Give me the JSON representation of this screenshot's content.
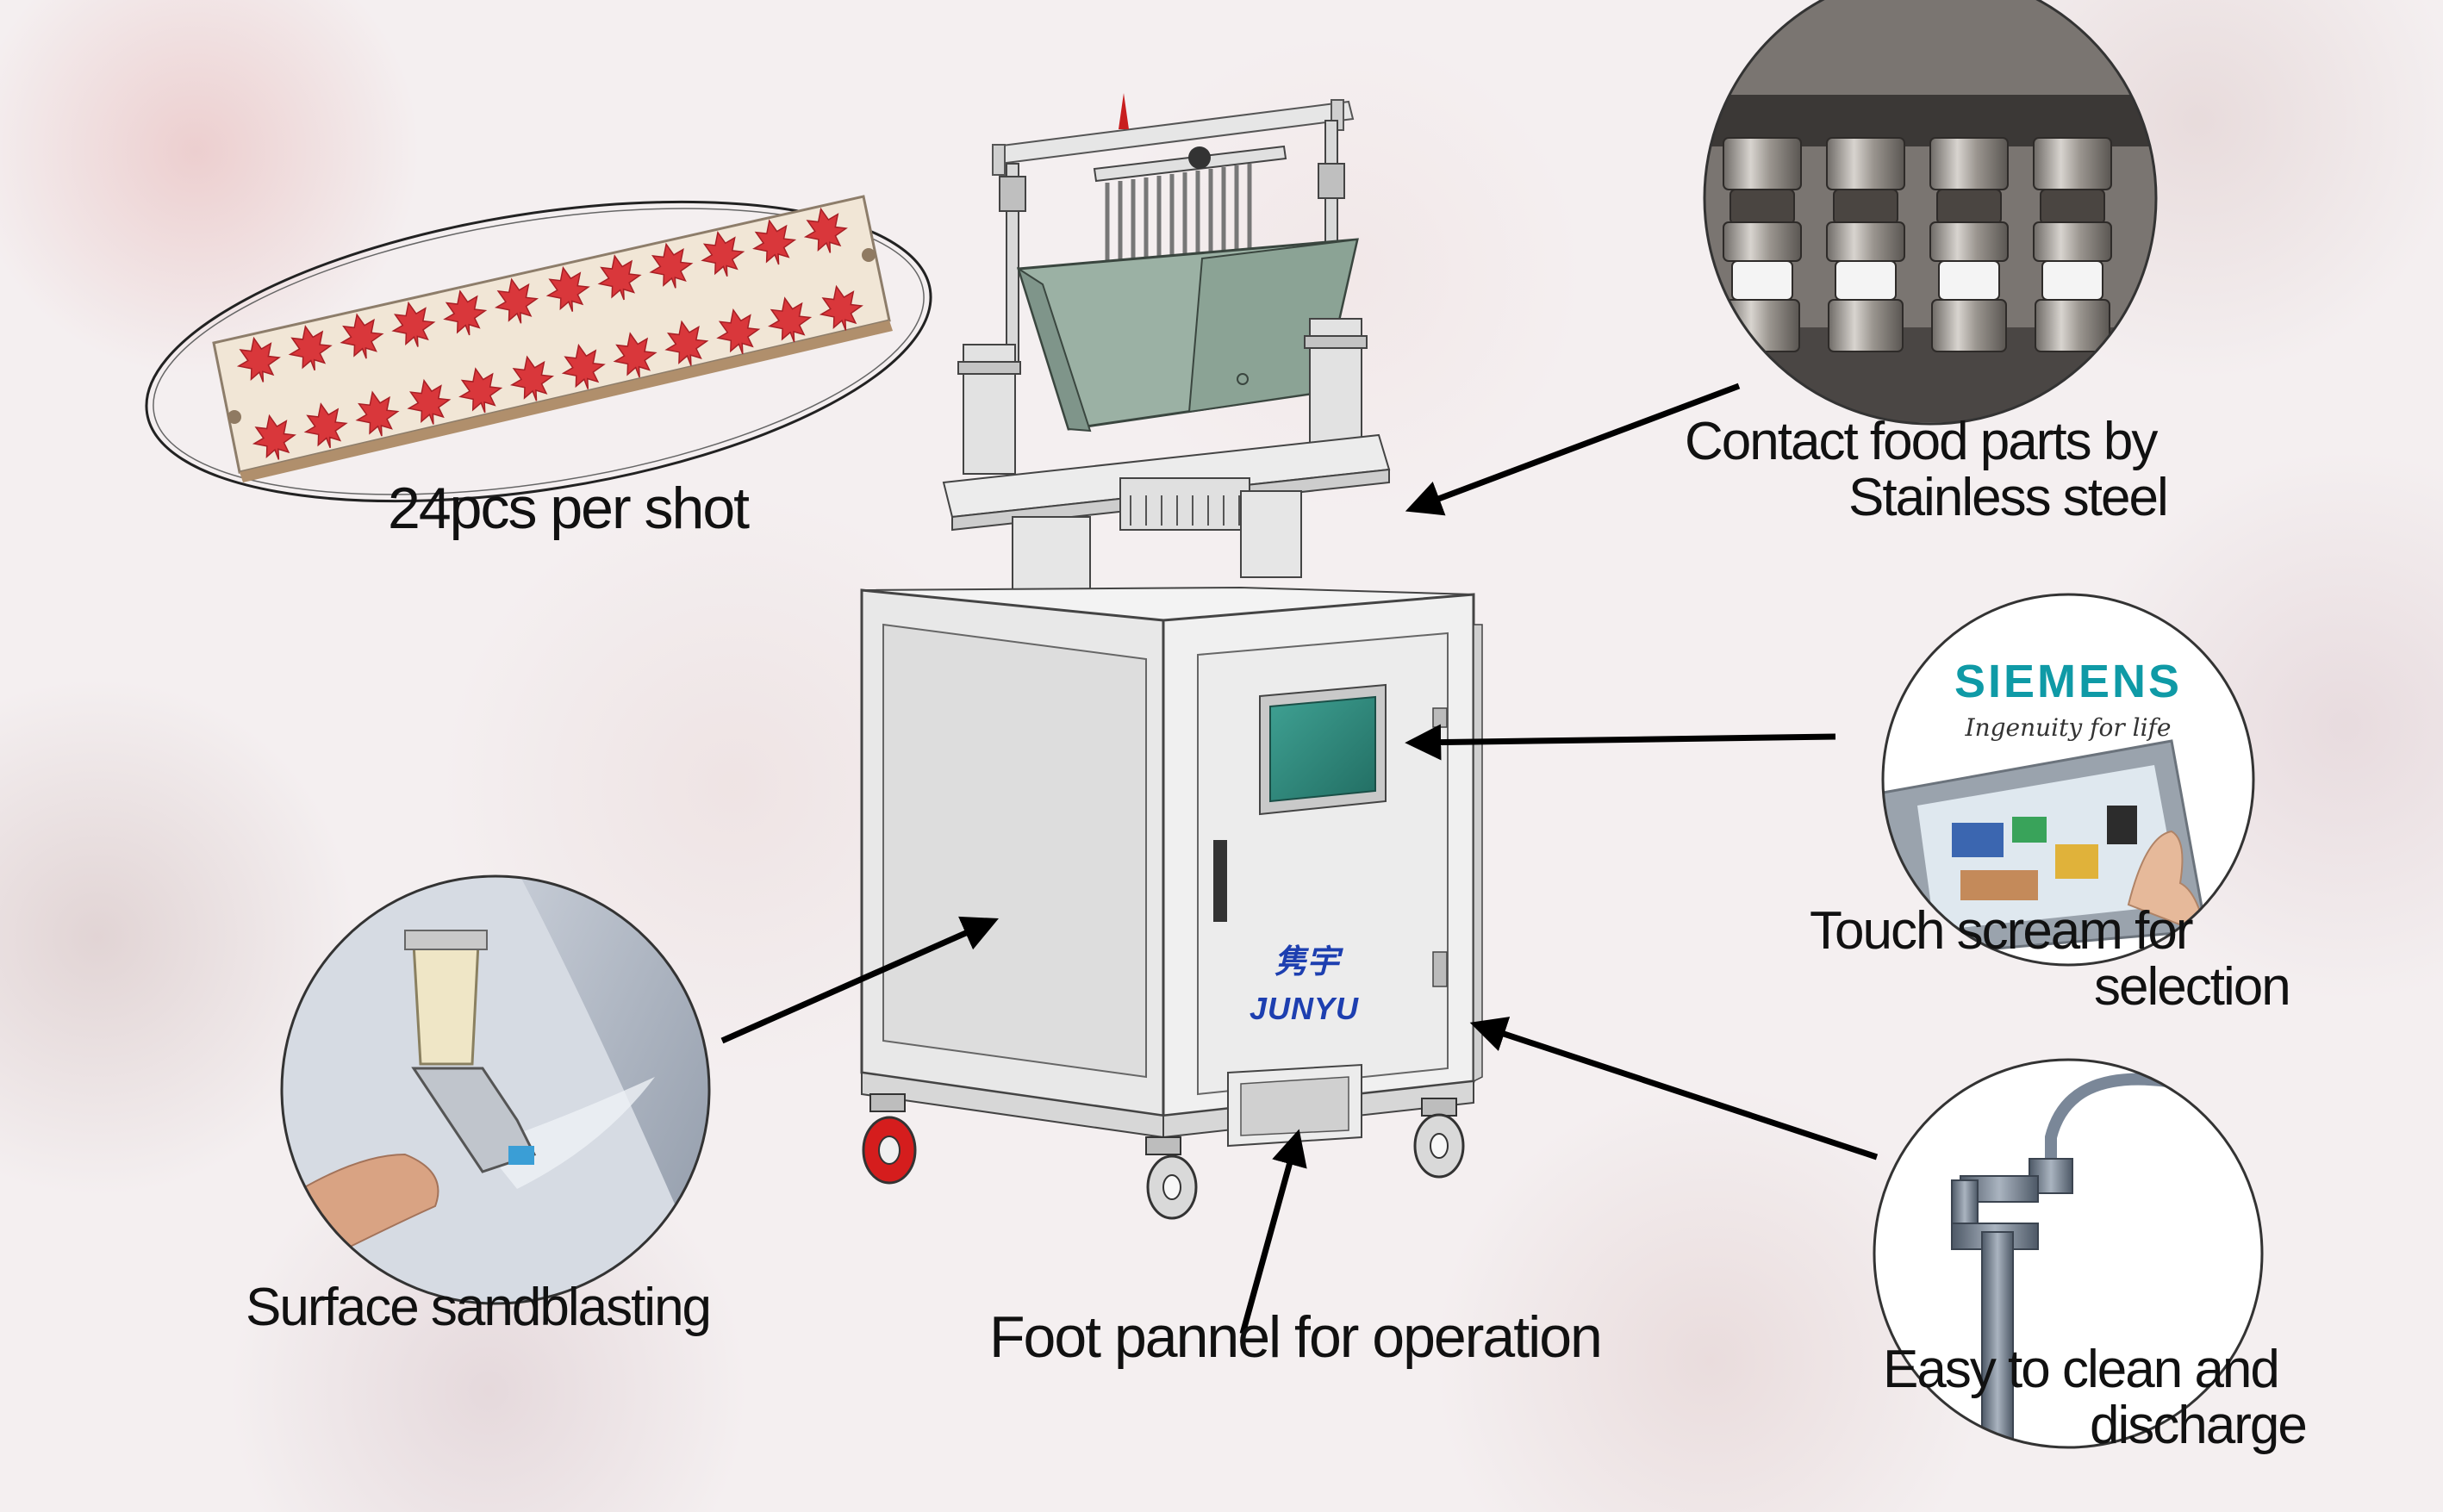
{
  "labels": {
    "mold_caption": "24pcs per shot",
    "stainless_line1": "Contact food parts by",
    "stainless_line2": "Stainless steel",
    "touch_line1": "Touch scream for",
    "touch_line2": "selection",
    "sandblast": "Surface sandblasting",
    "foot_pannel": "Foot pannel for operation",
    "clean_line1": "Easy to clean and",
    "clean_line2": "discharge"
  },
  "siemens": {
    "logo": "SIEMENS",
    "slogan": "Ingenuity for life"
  },
  "brand": {
    "cn": "隽宇",
    "en": "JUNYU"
  },
  "colors": {
    "machine_body": "#e4e4e4",
    "hopper": "#9bb1a4",
    "screen": "#2f8c7f",
    "brand_blue": "#1d3fb0",
    "candy_red": "#d9373b",
    "siemens_teal": "#0f9aa6",
    "wheel_red": "#d51d1d"
  },
  "mold": {
    "cavities": 24,
    "rows": 2
  }
}
